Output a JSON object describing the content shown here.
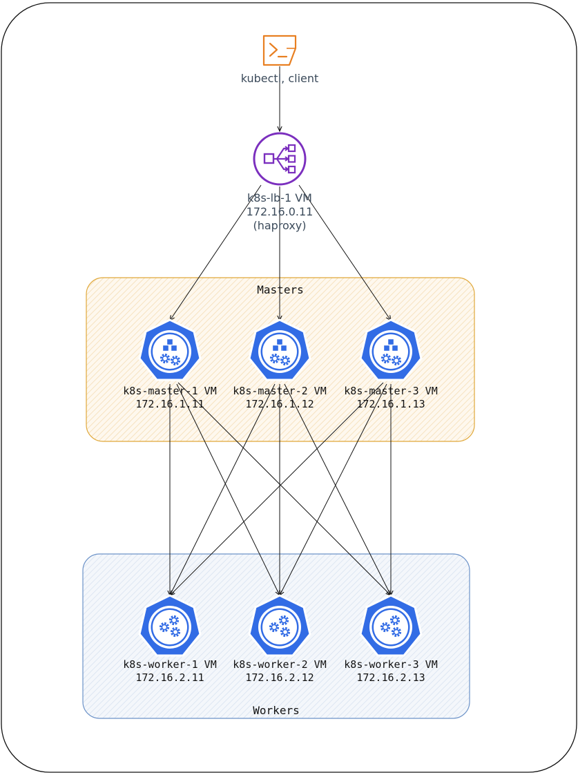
{
  "client": {
    "label": "kubectl, client",
    "icon": "terminal-icon",
    "color": "#e87f21"
  },
  "load_balancer": {
    "name": "k8s-lb-1 VM",
    "ip": "172.16.0.11",
    "note": "(haproxy)",
    "icon": "load-balancer-icon",
    "color": "#7b2fbe"
  },
  "masters": {
    "group_label": "Masters",
    "fill": "#fdf1dd",
    "stroke": "#e0a83a",
    "nodes": [
      {
        "name": "k8s-master-1 VM",
        "ip": "172.16.1.11"
      },
      {
        "name": "k8s-master-2 VM",
        "ip": "172.16.1.12"
      },
      {
        "name": "k8s-master-3 VM",
        "ip": "172.16.1.13"
      }
    ]
  },
  "workers": {
    "group_label": "Workers",
    "fill": "#e8eff8",
    "stroke": "#6c92c8",
    "nodes": [
      {
        "name": "k8s-worker-1 VM",
        "ip": "172.16.2.11"
      },
      {
        "name": "k8s-worker-2 VM",
        "ip": "172.16.2.12"
      },
      {
        "name": "k8s-worker-3 VM",
        "ip": "172.16.2.13"
      }
    ]
  },
  "k8s_icon_color": "#326ce5",
  "connections": [
    {
      "from": "client",
      "to": "load_balancer"
    },
    {
      "from": "load_balancer",
      "to": "master-1"
    },
    {
      "from": "load_balancer",
      "to": "master-2"
    },
    {
      "from": "load_balancer",
      "to": "master-3"
    },
    {
      "from": "master-1",
      "to": "worker-1"
    },
    {
      "from": "master-1",
      "to": "worker-2"
    },
    {
      "from": "master-1",
      "to": "worker-3"
    },
    {
      "from": "master-2",
      "to": "worker-1"
    },
    {
      "from": "master-2",
      "to": "worker-2"
    },
    {
      "from": "master-2",
      "to": "worker-3"
    },
    {
      "from": "master-3",
      "to": "worker-1"
    },
    {
      "from": "master-3",
      "to": "worker-2"
    },
    {
      "from": "master-3",
      "to": "worker-3"
    }
  ]
}
